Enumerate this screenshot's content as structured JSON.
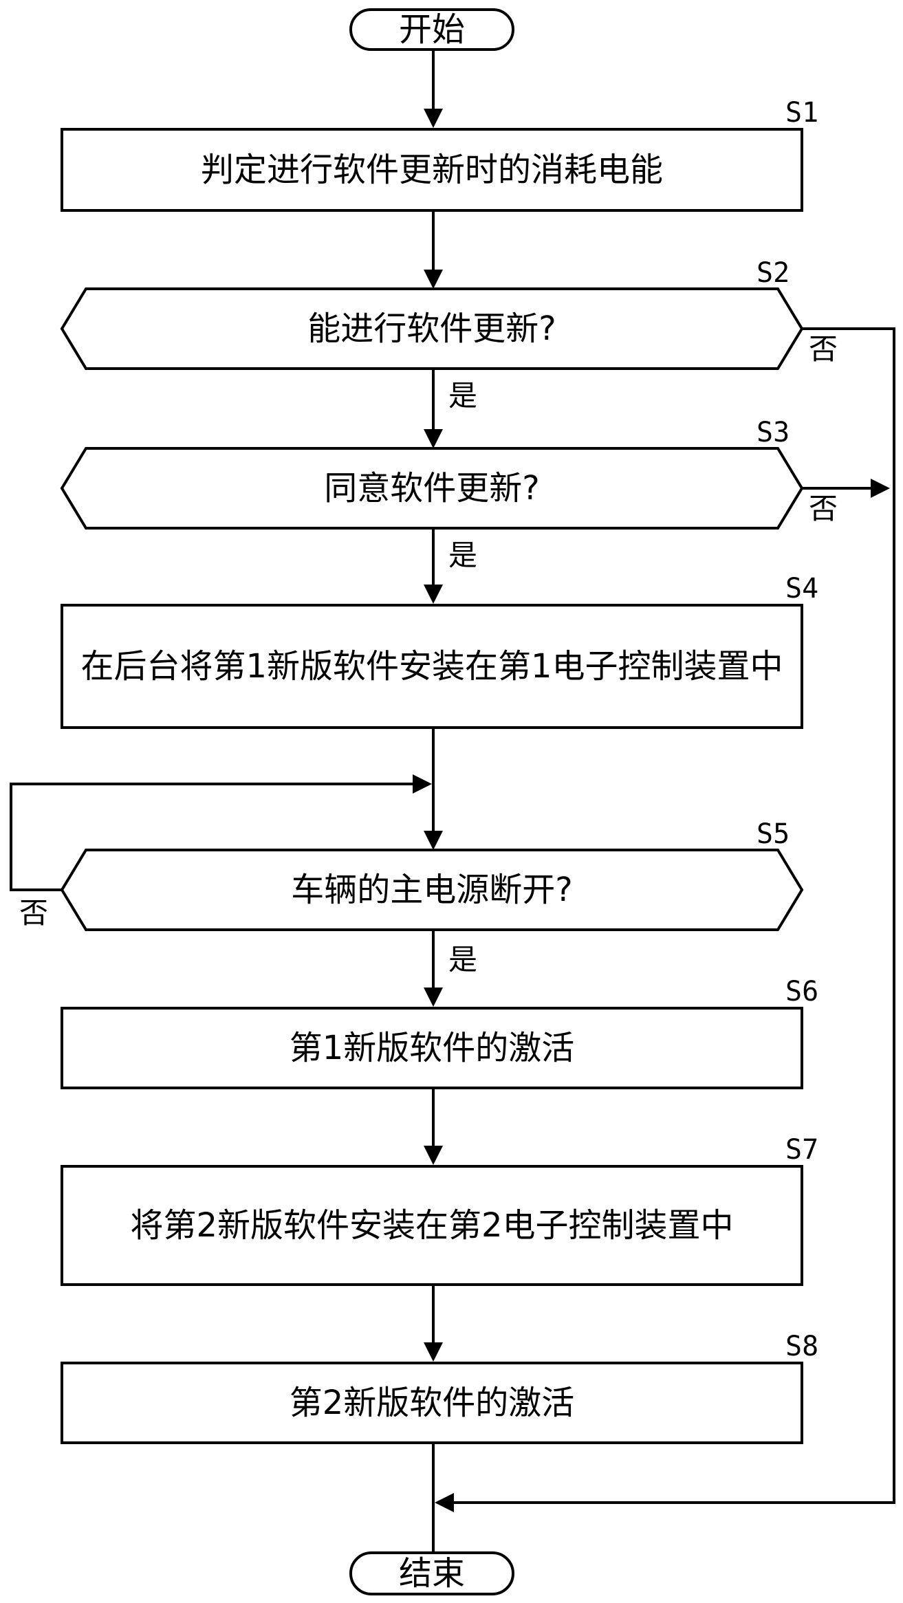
{
  "nodes": {
    "start": {
      "text": "开始"
    },
    "s1": {
      "id": "S1",
      "text": "判定进行软件更新时的消耗电能"
    },
    "s2": {
      "id": "S2",
      "text": "能进行软件更新?"
    },
    "s3": {
      "id": "S3",
      "text": "同意软件更新?"
    },
    "s4": {
      "id": "S4",
      "text": "在后台将第1新版软件安装在第1电子控制装置中"
    },
    "s5": {
      "id": "S5",
      "text": "车辆的主电源断开?"
    },
    "s6": {
      "id": "S6",
      "text": "第1新版软件的激活"
    },
    "s7": {
      "id": "S7",
      "text": "将第2新版软件安装在第2电子控制装置中"
    },
    "s8": {
      "id": "S8",
      "text": "第2新版软件的激活"
    },
    "end": {
      "text": "结束"
    }
  },
  "branches": {
    "s2_yes": "是",
    "s2_no": "否",
    "s3_yes": "是",
    "s3_no": "否",
    "s5_yes": "是",
    "s5_no": "否"
  }
}
